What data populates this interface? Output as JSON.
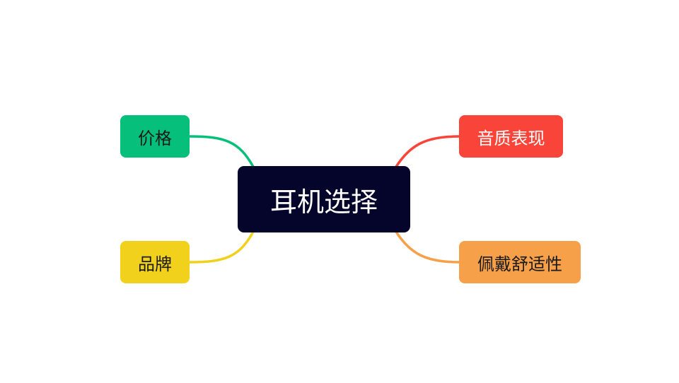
{
  "mindmap": {
    "root": {
      "label": "耳机选择",
      "color": "#05052b",
      "text_color": "#ffffff"
    },
    "branches": [
      {
        "id": "price",
        "label": "价格",
        "side": "left",
        "color": "#05bf7a",
        "text_color": "#1a1a1a"
      },
      {
        "id": "brand",
        "label": "品牌",
        "side": "left",
        "color": "#f2d11d",
        "text_color": "#1a1a1a"
      },
      {
        "id": "sound",
        "label": "音质表现",
        "side": "right",
        "color": "#f84439",
        "text_color": "#ffffff"
      },
      {
        "id": "comfort",
        "label": "佩戴舒适性",
        "side": "right",
        "color": "#f6a04a",
        "text_color": "#1a1a1a"
      }
    ]
  }
}
